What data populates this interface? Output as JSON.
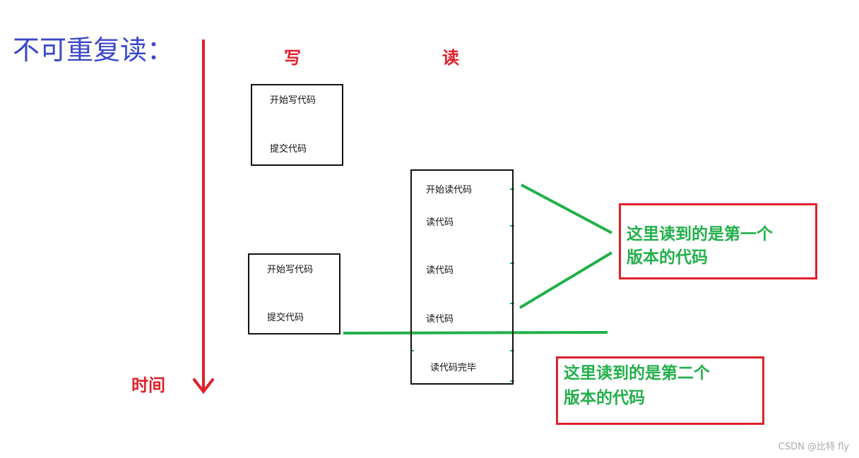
{
  "title": "不可重复读：",
  "columns": {
    "write": "写",
    "read": "读"
  },
  "time_axis": {
    "label": "时间"
  },
  "write_tx1": {
    "steps": [
      "开始写代码",
      "提交代码"
    ]
  },
  "write_tx2": {
    "steps": [
      "开始写代码",
      "提交代码"
    ]
  },
  "read_tx": {
    "steps": [
      "开始读代码",
      "读代码",
      "读代码",
      "读代码",
      "读代码完毕"
    ]
  },
  "notes": {
    "first": {
      "lines": [
        "这里读到的是第一个",
        "版本的代码"
      ]
    },
    "second": {
      "lines": [
        "这里读到的是第二个",
        "版本的代码"
      ]
    }
  },
  "colors": {
    "title": "#3b48c9",
    "red": "#e0202a",
    "green": "#22b04a",
    "black": "#111111"
  },
  "watermark": "CSDN @比特 fly"
}
